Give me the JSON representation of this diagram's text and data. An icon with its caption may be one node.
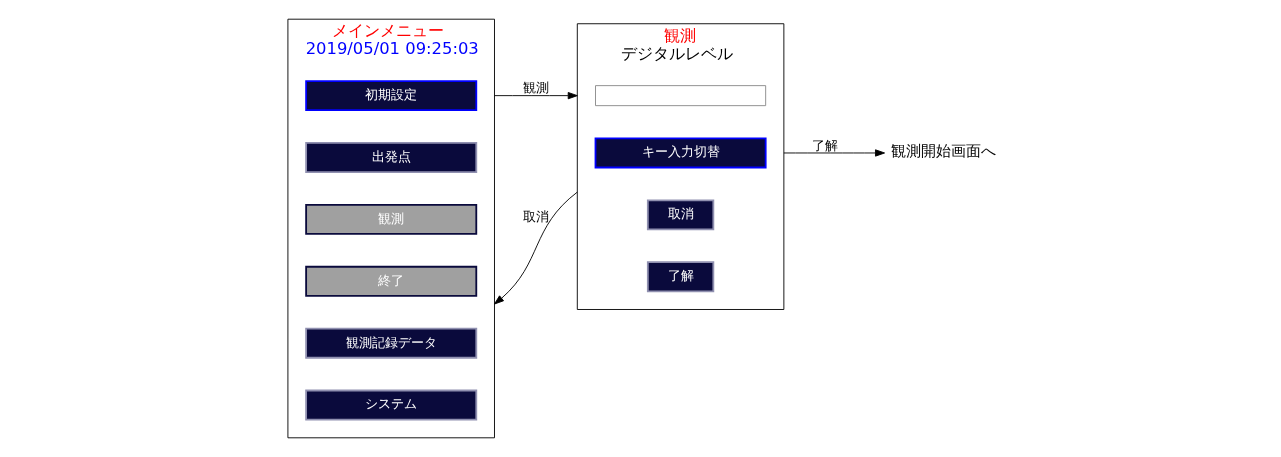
{
  "diagram": {
    "nodes": [
      {
        "text": [
          "メインメニュー",
          "2019/05/01 09:25:03"
        ]
      },
      {
        "text": [
          "初期設定"
        ],
        "in": 0
      },
      {
        "text": [
          "出発点"
        ],
        "in": 0
      },
      {
        "text": [
          "観測"
        ],
        "in": 0
      },
      {
        "text": [
          "終了"
        ],
        "in": 0
      },
      {
        "text": [
          "観測記録データ"
        ],
        "in": 0
      },
      {
        "text": [
          "システム"
        ],
        "in": 0
      },
      {
        "text": [
          "観測",
          "デジタルレベル"
        ]
      },
      {
        "text": [],
        "shape": "box",
        "in": 7
      },
      {
        "text": [
          "キー入力切替"
        ],
        "in": 7
      },
      {
        "text": [
          "取消"
        ],
        "in": 7
      },
      {
        "text": [
          "了解"
        ],
        "in": 7
      },
      {
        "text": [
          "観測開始画面へ"
        ]
      }
    ],
    "edges": [
      {
        "from": 1,
        "to": 8,
        "arrow": "to",
        "label": "観測"
      },
      {
        "from": 9,
        "to": 5,
        "arrow": "to",
        "label": "取消"
      },
      {
        "from": 9,
        "to": 12,
        "arrow": "to",
        "label": "了解"
      }
    ]
  }
}
